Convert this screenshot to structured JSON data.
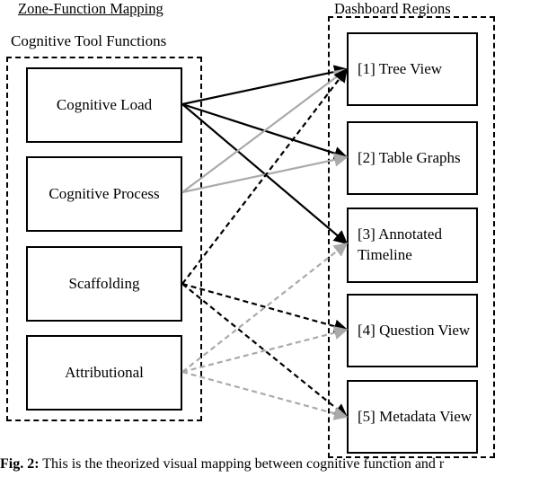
{
  "header": {
    "left_title": "Zone-Function Mapping",
    "right_title": "Dashboard Regions",
    "left_heading": "Cognitive Tool Functions"
  },
  "functions": [
    {
      "label": "Cognitive Load"
    },
    {
      "label": "Cognitive Process"
    },
    {
      "label": "Scaffolding"
    },
    {
      "label": "Attributional"
    }
  ],
  "regions": [
    {
      "label": "[1] Tree View"
    },
    {
      "label": "[2] Table Graphs"
    },
    {
      "label": "[3] Annotated Timeline"
    },
    {
      "label": "[4] Question View"
    },
    {
      "label": "[5] Metadata View"
    }
  ],
  "connections": [
    {
      "from": 0,
      "to": 0,
      "style": "solid",
      "color": "#000000"
    },
    {
      "from": 0,
      "to": 1,
      "style": "solid",
      "color": "#000000"
    },
    {
      "from": 0,
      "to": 2,
      "style": "solid",
      "color": "#000000"
    },
    {
      "from": 1,
      "to": 0,
      "style": "solid",
      "color": "#aaaaaa"
    },
    {
      "from": 1,
      "to": 1,
      "style": "solid",
      "color": "#aaaaaa"
    },
    {
      "from": 2,
      "to": 0,
      "style": "dashed",
      "color": "#000000"
    },
    {
      "from": 2,
      "to": 3,
      "style": "dashed",
      "color": "#000000"
    },
    {
      "from": 2,
      "to": 4,
      "style": "dashed",
      "color": "#000000"
    },
    {
      "from": 3,
      "to": 2,
      "style": "dashed",
      "color": "#aaaaaa"
    },
    {
      "from": 3,
      "to": 3,
      "style": "dashed",
      "color": "#aaaaaa"
    },
    {
      "from": 3,
      "to": 4,
      "style": "dashed",
      "color": "#aaaaaa"
    }
  ],
  "caption": {
    "prefix": "Fig. 2:",
    "text": " This is the theorized visual mapping between cognitive function and r"
  }
}
